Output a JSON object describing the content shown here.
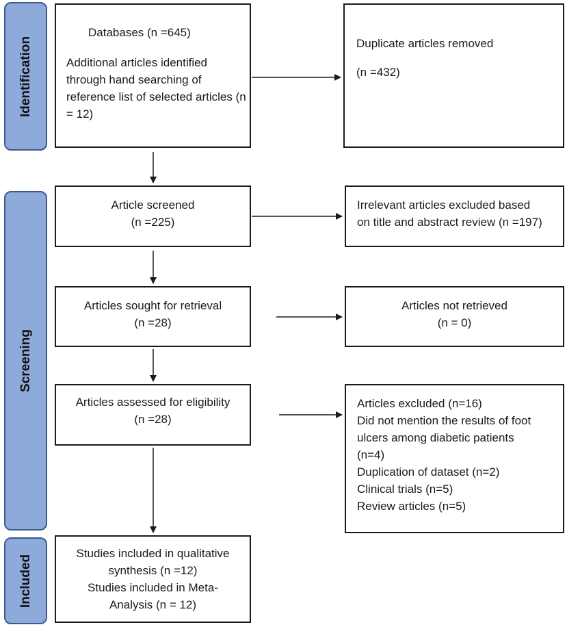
{
  "phases": {
    "identification": "Identification",
    "screening": "Screening",
    "included": "Included"
  },
  "identification_box": {
    "line1": "Databases (n =645)",
    "line2": "Additional articles identified",
    "line3": "through hand searching of",
    "line4": "reference list of selected articles (n",
    "line5": "= 12)"
  },
  "duplicates_box": {
    "line1": "Duplicate articles removed",
    "line2": "(n =432)"
  },
  "screened_box": {
    "line1": "Article screened",
    "line2": "(n =225)"
  },
  "irrelevant_box": {
    "line1": "Irrelevant articles excluded based",
    "line2": "on title and abstract review (n =197)"
  },
  "retrieval_box": {
    "line1": "Articles sought for retrieval",
    "line2": "(n =28)"
  },
  "not_retrieved_box": {
    "line1": "Articles not retrieved",
    "line2": "(n = 0)"
  },
  "eligibility_box": {
    "line1": "Articles assessed for eligibility",
    "line2": "(n =28)"
  },
  "excluded_box": {
    "line1": "Articles excluded (n=16)",
    "line2": "Did not mention the results of foot",
    "line3": "ulcers among diabetic patients",
    "line4": "(n=4)",
    "line5": "Duplication of dataset (n=2)",
    "line6": "Clinical trials (n=5)",
    "line7": "Review articles (n=5)"
  },
  "included_box": {
    "line1": "Studies included in qualitative",
    "line2": "synthesis (n =12)",
    "line3": "Studies included in Meta-",
    "line4": "Analysis (n = 12)"
  }
}
